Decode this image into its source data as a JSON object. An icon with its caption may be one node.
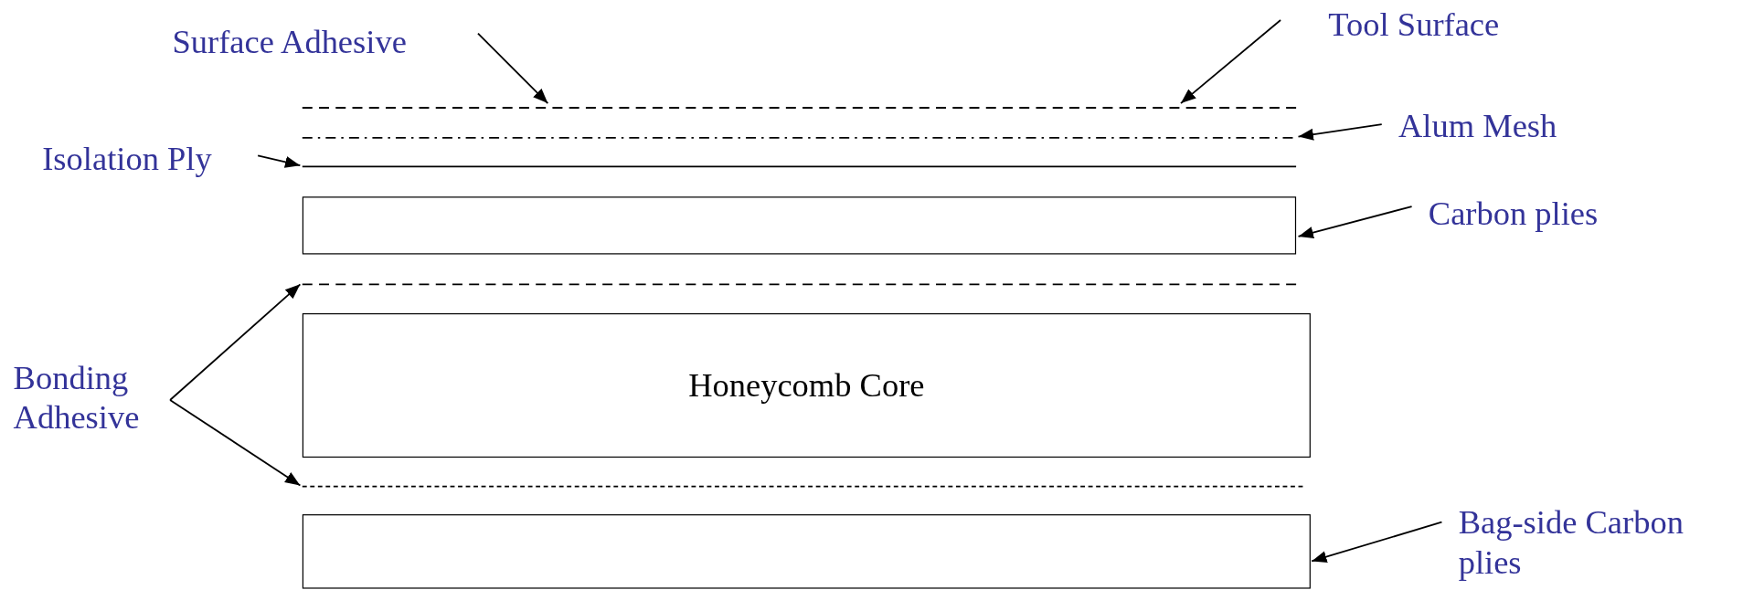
{
  "diagram": {
    "nodes": [
      {
        "text": [
          "Surface Adhesive"
        ]
      },
      {
        "text": [
          "Tool Surface"
        ]
      },
      {
        "text": [],
        "shape": "line"
      },
      {
        "text": [
          "Alum Mesh"
        ]
      },
      {
        "text": [],
        "shape": "line"
      },
      {
        "text": [
          "Isolation Ply"
        ]
      },
      {
        "text": [],
        "shape": "line"
      },
      {
        "text": [
          "Carbon plies"
        ]
      },
      {
        "text": [],
        "shape": "box"
      },
      {
        "text": [
          "Bonding Adhesive"
        ]
      },
      {
        "text": [],
        "shape": "line"
      },
      {
        "text": [
          "Honeycomb Core"
        ]
      },
      {
        "text": [],
        "shape": "line"
      },
      {
        "text": [
          "Bag-side Carbon plies"
        ]
      },
      {
        "text": [],
        "shape": "box"
      }
    ],
    "edges": [
      {
        "from": 0,
        "to": 2,
        "arrow": "to"
      },
      {
        "from": 1,
        "to": 2,
        "arrow": "to"
      },
      {
        "from": 3,
        "to": 4,
        "arrow": "to"
      },
      {
        "from": 5,
        "to": 6,
        "arrow": "to"
      },
      {
        "from": 7,
        "to": 8,
        "arrow": "to"
      },
      {
        "from": 9,
        "to": 10,
        "arrow": "to"
      },
      {
        "from": 9,
        "to": 12,
        "arrow": "to"
      },
      {
        "from": 13,
        "to": 14,
        "arrow": "to"
      }
    ]
  }
}
